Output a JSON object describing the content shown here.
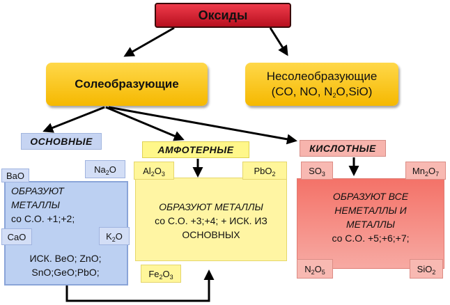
{
  "title": "Оксиды",
  "salt_forming": "Солеобразующие",
  "non_salt": {
    "line1": "Несолеобразующие",
    "formulas": [
      {
        "base": "(CO, NO, N",
        "sub": ""
      },
      {
        "base": "",
        "sub": "2"
      },
      {
        "base": "O,SiO)",
        "sub": ""
      }
    ]
  },
  "categories": {
    "basic": "ОСНОВНЫЕ",
    "amphoteric": "АМФОТЕРНЫЕ",
    "acidic": "КИСЛОТНЫЕ"
  },
  "basic": {
    "chips": {
      "bao": {
        "base": "BaO",
        "sub": ""
      },
      "na2o": {
        "base": "Na",
        "sub": "2",
        "tail": "O"
      },
      "cao": {
        "base": "CaO",
        "sub": ""
      },
      "k2o": {
        "base": "K",
        "sub": "2",
        "tail": "O"
      }
    },
    "text1": [
      "ОБРАЗУЮТ",
      "МЕТАЛЛЫ",
      "со С.О. +1;+2;"
    ],
    "text2": [
      "ИСК. BeO; ZnO;",
      "SnO;GeO;PbO;"
    ]
  },
  "amphoteric": {
    "chips": {
      "al2o3": {
        "base": "Al",
        "sub1": "2",
        "mid": "O",
        "sub2": "3"
      },
      "pbo2": {
        "base": "PbO",
        "sub": "2"
      },
      "fe2o3": {
        "base": "Fe",
        "sub1": "2",
        "mid": "O",
        "sub2": "3"
      }
    },
    "text": [
      "ОБРАЗУЮТ МЕТАЛЛЫ",
      "со С.О. +3;+4; + ИСК. ИЗ",
      "ОСНОВНЫХ"
    ]
  },
  "acidic": {
    "chips": {
      "so3": {
        "base": "SO",
        "sub": "3"
      },
      "mn2o7": {
        "base": "Mn",
        "sub1": "2",
        "mid": "O",
        "sub2": "7"
      },
      "n2o5": {
        "base": "N",
        "sub1": "2",
        "mid": "O",
        "sub2": "5"
      },
      "sio2": {
        "base": "SiO",
        "sub": "2"
      }
    },
    "text": [
      "ОБРАЗУЮТ ВСЕ",
      "НЕМЕТАЛЛЫ И",
      "МЕТАЛЛЫ",
      "со С.О. +5;+6;+7;"
    ]
  }
}
